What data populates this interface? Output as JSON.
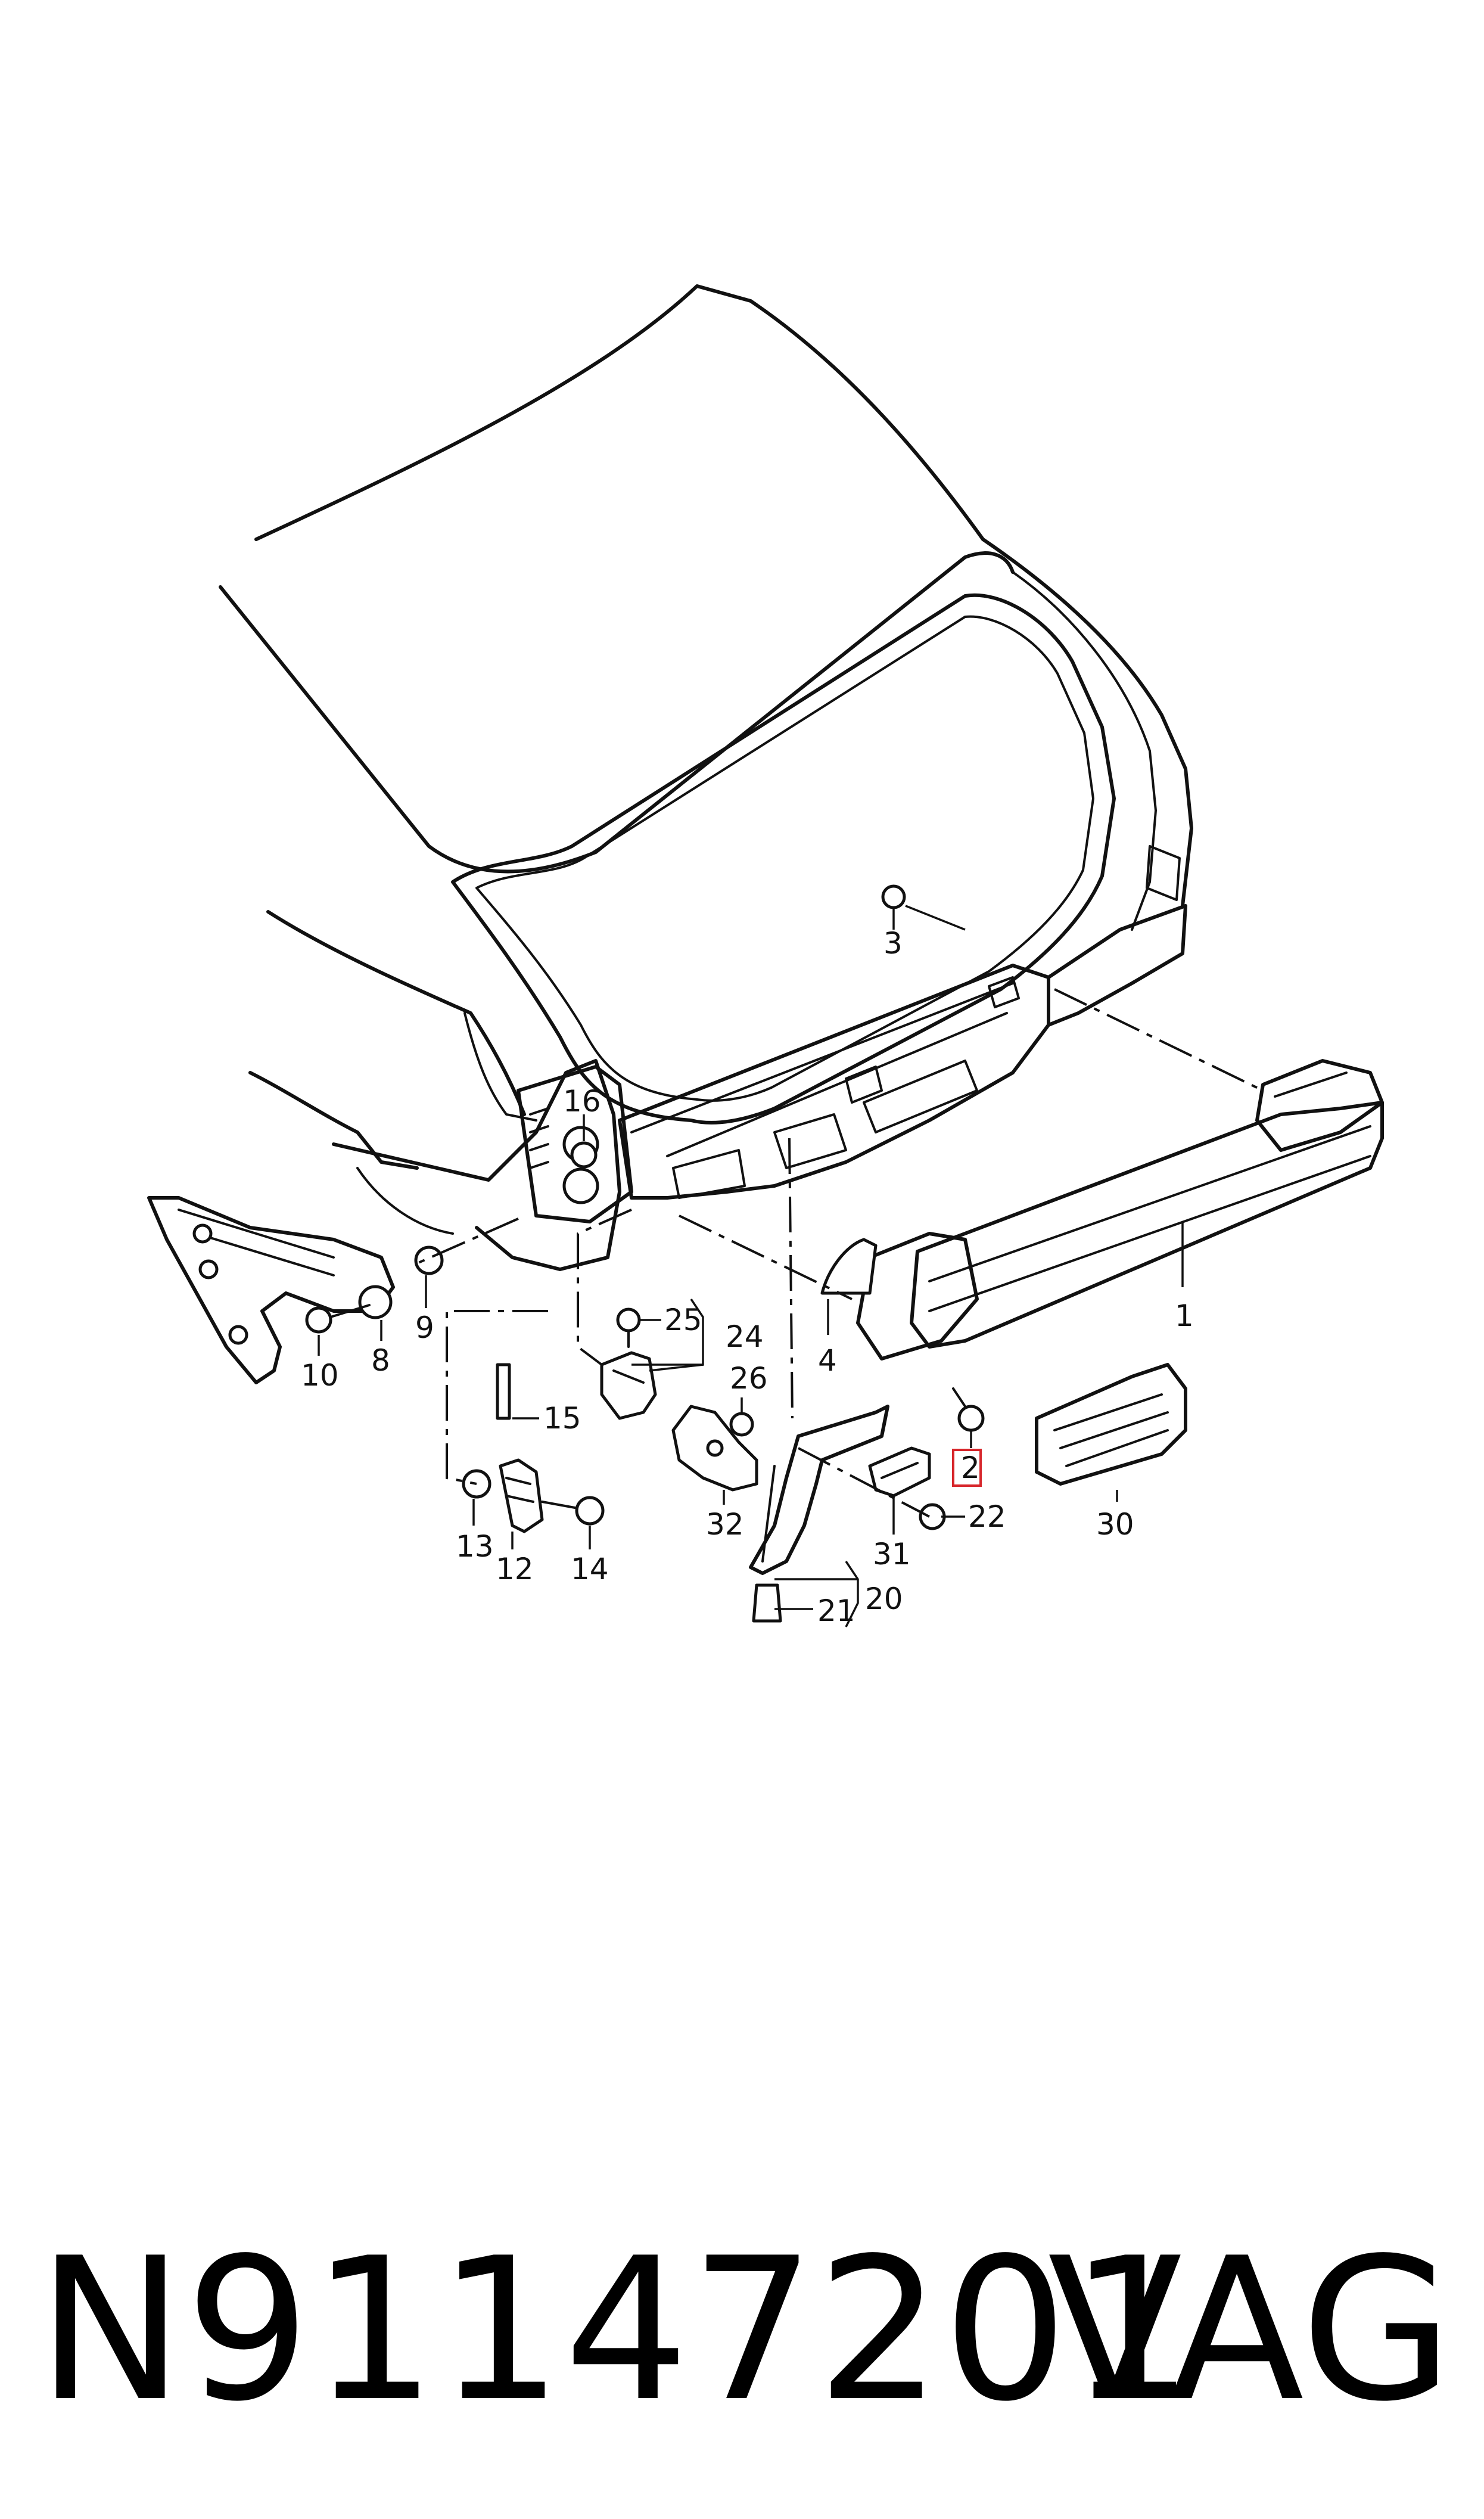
{
  "callouts": {
    "c1": "1",
    "c2": "2",
    "c3": "3",
    "c4": "4",
    "c8": "8",
    "c9": "9",
    "c10": "10",
    "c12": "12",
    "c13": "13",
    "c14": "14",
    "c15": "15",
    "c16": "16",
    "c20": "20",
    "c21": "21",
    "c22": "22",
    "c24": "24",
    "c25": "25",
    "c26": "26",
    "c30": "30",
    "c31": "31",
    "c32": "32"
  },
  "highlighted_callout": "2",
  "highlight_color": "#d7262b",
  "footer": {
    "part_number": "N91147201",
    "brand": "VAG"
  }
}
